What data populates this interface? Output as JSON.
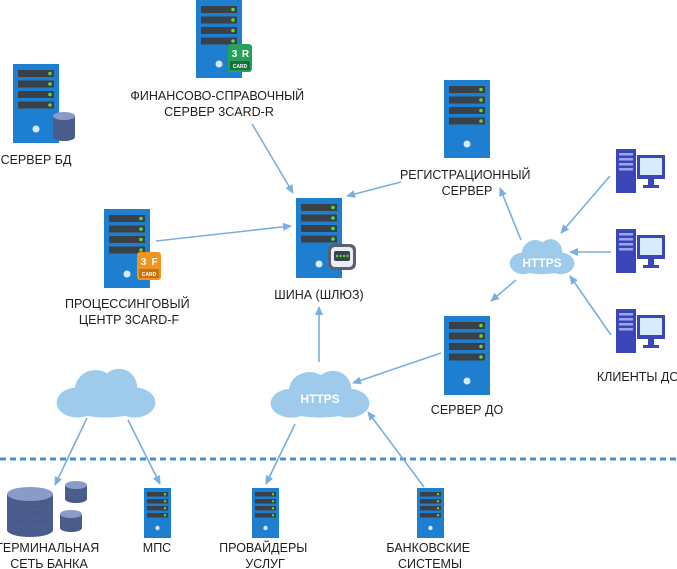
{
  "colors": {
    "server": "#1e7fd0",
    "server_slot": "#3b3f46",
    "server_led": "#5cd93c",
    "arrow": "#7aaedc",
    "cloud": "#9ecbec",
    "pc": "#3a46b8",
    "pc_screen": "#d6ecfb",
    "db": "#4a5c8c",
    "divider": "#4a90c8"
  },
  "badges": {
    "r": {
      "num": "3",
      "letter": "R",
      "card": "CARD",
      "color": "#28a05a"
    },
    "f": {
      "num": "3",
      "letter": "F",
      "card": "CARD",
      "color": "#f0941e"
    }
  },
  "clouds": {
    "https_right": "HTTPS",
    "https_center": "HTTPS"
  },
  "labels": {
    "finance": [
      "ФИНАНСОВО-СПРАВОЧНЫЙ",
      "СЕРВЕР 3CARD-R"
    ],
    "db": [
      "СЕРВЕР БД"
    ],
    "registration": [
      "РЕГИСТРАЦИОННЫЙ",
      "СЕРВЕР"
    ],
    "processing": [
      "ПРОЦЕССИНГОВЫЙ",
      "ЦЕНТР 3CARD-F"
    ],
    "gateway": [
      "ШИНА (ШЛЮЗ)"
    ],
    "do_server": [
      "СЕРВЕР ДО"
    ],
    "clients": [
      "КЛИЕНТЫ ДО"
    ],
    "terminal": [
      "ТЕРМИНАЛЬНАЯ",
      "СЕТЬ БАНКА"
    ],
    "mps": [
      "МПС"
    ],
    "providers": [
      "ПРОВАЙДЕРЫ",
      "УСЛУГ"
    ],
    "bank": [
      "БАНКОВСКИЕ",
      "СИСТЕМЫ"
    ]
  }
}
